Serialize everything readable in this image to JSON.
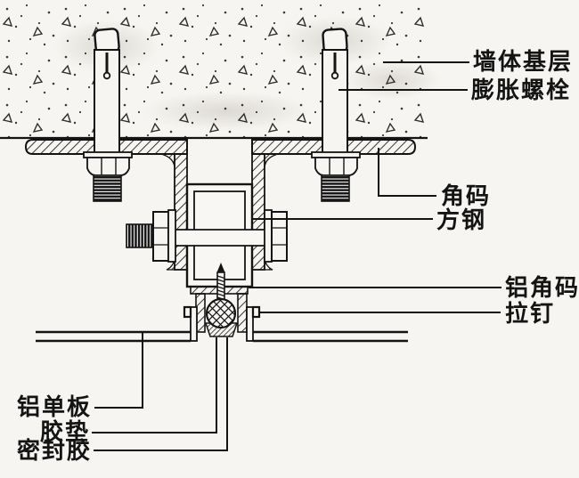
{
  "drawing": {
    "type": "construction-detail-diagram",
    "colors": {
      "background": "#f6f5f1",
      "line": "#141414",
      "label_text": "#141414",
      "smudge": "#d8d5cc"
    }
  },
  "labels": {
    "wall_base": "墙体基层",
    "expansion_bolt": "膨胀螺栓",
    "angle_bracket": "角码",
    "square_steel": "方钢",
    "aluminum_angle": "铝角码",
    "rivet": "拉钉",
    "aluminum_panel": "铝单板",
    "rubber_gasket": "胶垫",
    "sealant": "密封胶"
  }
}
